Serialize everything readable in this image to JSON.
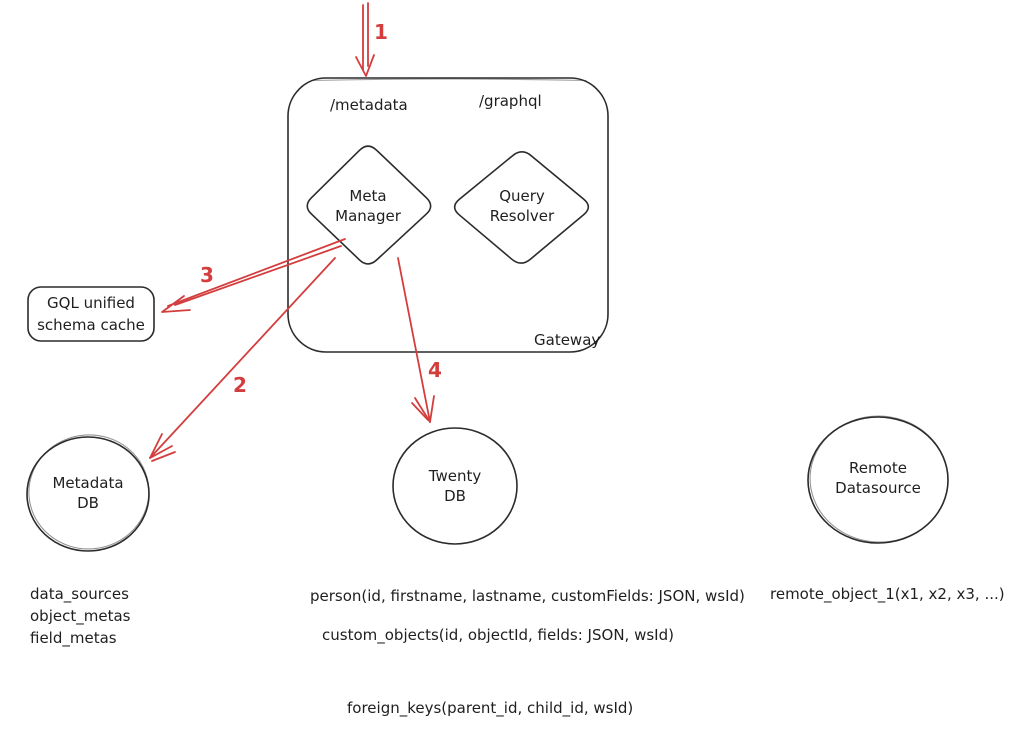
{
  "colors": {
    "ink": "#2b2b2b",
    "red": "#d43d3d"
  },
  "gateway": {
    "label": "Gateway",
    "route_metadata": "/metadata",
    "route_graphql": "/graphql",
    "meta_manager": [
      "Meta",
      "Manager"
    ],
    "query_resolver": [
      "Query",
      "Resolver"
    ]
  },
  "cache_box": [
    "GQL unified",
    "schema cache"
  ],
  "databases": {
    "metadata_db": [
      "Metadata",
      "DB"
    ],
    "twenty_db": [
      "Twenty",
      "DB"
    ],
    "remote_datasource": [
      "Remote",
      "Datasource"
    ]
  },
  "arrow_labels": {
    "one": "1",
    "two": "2",
    "three": "3",
    "four": "4"
  },
  "annotations": {
    "metadata_tables": [
      "data_sources",
      "object_metas",
      "field_metas"
    ],
    "person_table": "person(id, firstname, lastname, customFields: JSON, wsId)",
    "custom_objects_table": "custom_objects(id, objectId, fields: JSON, wsId)",
    "remote_object_table": "remote_object_1(x1, x2, x3, ...)",
    "foreign_keys_table": "foreign_keys(parent_id, child_id, wsId)"
  }
}
